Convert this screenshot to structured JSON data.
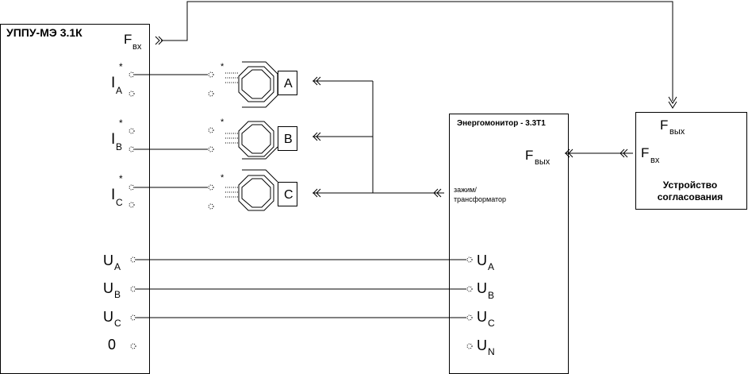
{
  "blocks": {
    "uppu": {
      "title": "УППУ-МЭ 3.1К",
      "fin": {
        "main": "F",
        "sub": "вх"
      },
      "currents": [
        {
          "main": "I",
          "sub": "A",
          "star": "*"
        },
        {
          "main": "I",
          "sub": "B",
          "star": "*"
        },
        {
          "main": "I",
          "sub": "C",
          "star": "*"
        }
      ],
      "voltages": [
        {
          "main": "U",
          "sub": "A"
        },
        {
          "main": "U",
          "sub": "B"
        },
        {
          "main": "U",
          "sub": "C"
        },
        {
          "main": "0",
          "sub": ""
        }
      ]
    },
    "energomonitor": {
      "title": "Энергомонитор - 3.3Т1",
      "fout": {
        "main": "F",
        "sub": "вых"
      },
      "clamp_line1": "зажим/",
      "clamp_line2": "трансформатор",
      "voltages": [
        {
          "main": "U",
          "sub": "A"
        },
        {
          "main": "U",
          "sub": "B"
        },
        {
          "main": "U",
          "sub": "C"
        },
        {
          "main": "U",
          "sub": "N"
        }
      ]
    },
    "matching": {
      "fout": {
        "main": "F",
        "sub": "вых"
      },
      "fin": {
        "main": "F",
        "sub": "вх"
      },
      "label_line1": "Устройство",
      "label_line2": "согласования"
    }
  },
  "clamps": [
    {
      "label": "A",
      "star": "*"
    },
    {
      "label": "B",
      "star": "*"
    },
    {
      "label": "C",
      "star": "*"
    }
  ]
}
